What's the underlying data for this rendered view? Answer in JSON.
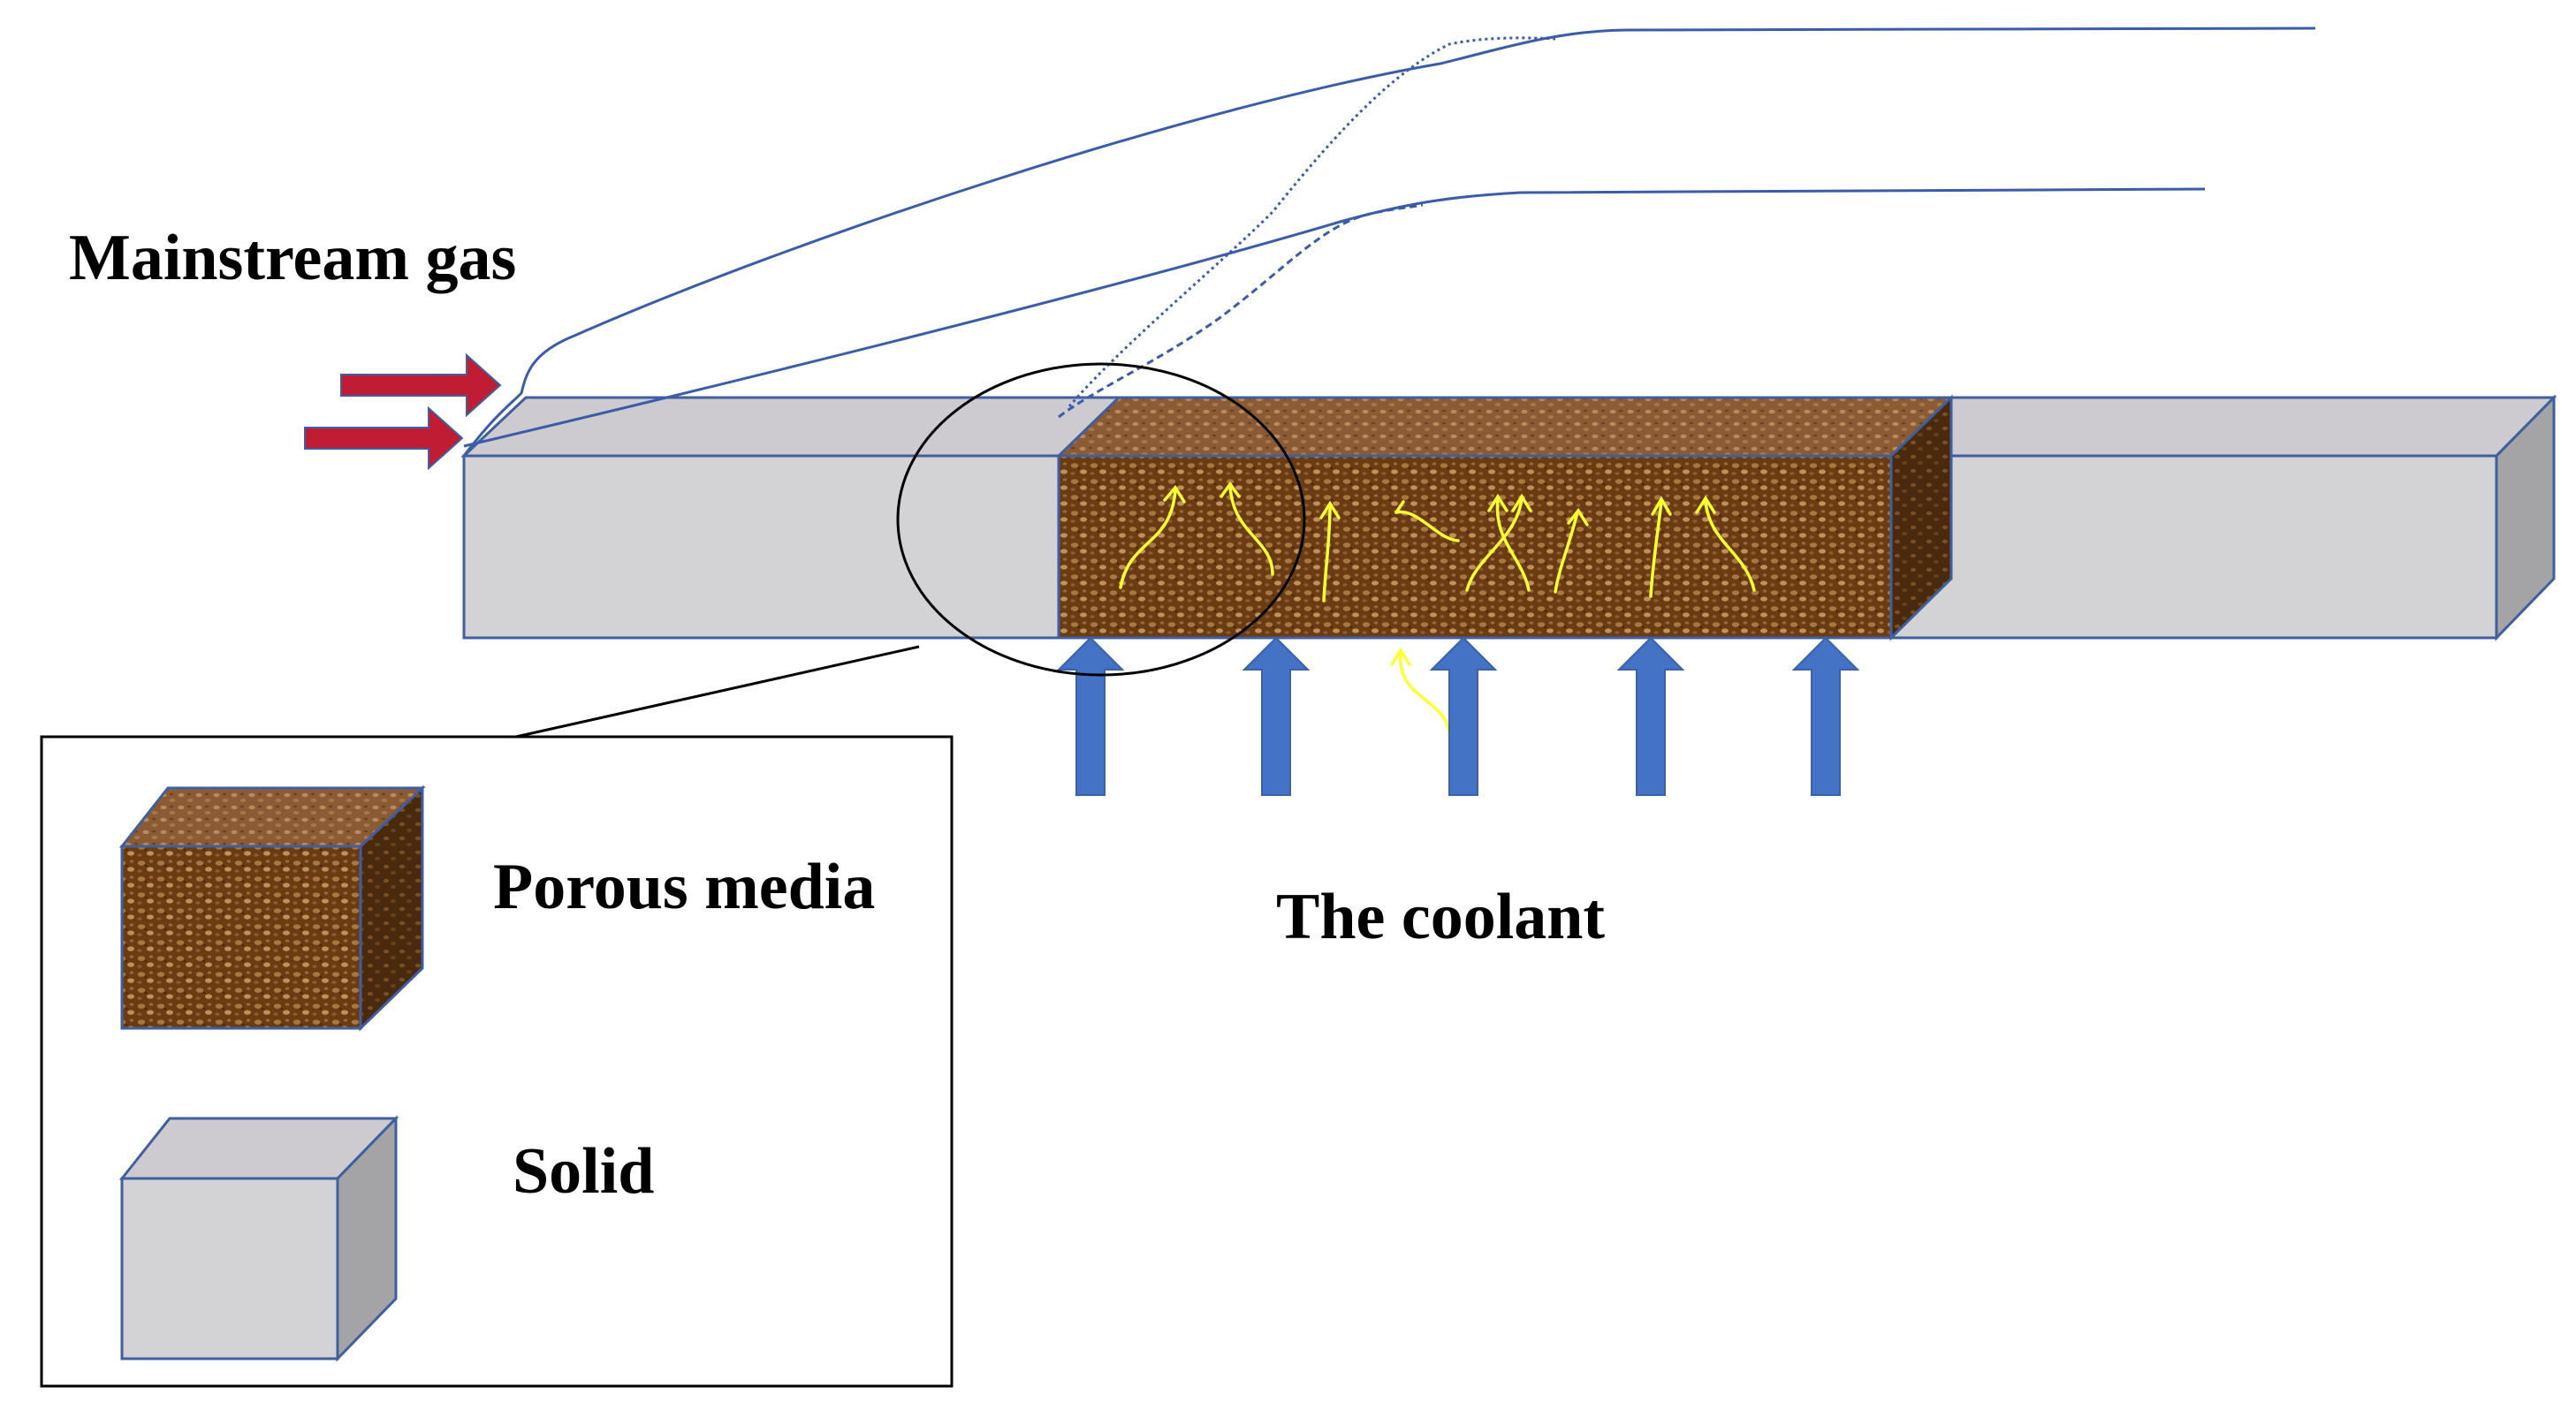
{
  "labels": {
    "mainstream": "Mainstream gas",
    "coolant": "The coolant",
    "legend_porous": "Porous media",
    "legend_solid": "Solid"
  },
  "colors": {
    "solid_front": "#d3d2d4",
    "solid_top": "#cdcbcf",
    "solid_side": "#a4a4a6",
    "edge": "#3f5f9e",
    "porous_front": "#6b3b14",
    "porous_top": "#8a5a34",
    "porous_side": "#4a2a0e",
    "hot_gas_arrow": "#c01c33",
    "coolant_arrow": "#4472c4",
    "flow_lines": "#3b5ca8",
    "coolant_streaks": "#ffff33"
  }
}
